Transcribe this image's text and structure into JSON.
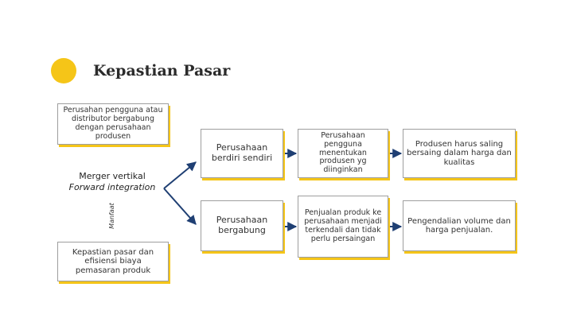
{
  "header": {
    "title": "Kepastian Pasar"
  },
  "left": {
    "top_box": "Perusahan pengguna atau distributor bergabung dengan perusahaan produsen",
    "merger_line1": "Merger vertikal",
    "merger_line2": "Forward integration",
    "manfaat_label": "Manfaat",
    "bottom_box": "Kepastian pasar dan efisiensi biaya pemasaran produk"
  },
  "branches": [
    {
      "company": "Perusahaan berdiri sendiri",
      "result": "Perusahaan pengguna menentukan produsen yg diinginkan",
      "effect": "Produsen harus saling bersaing dalam harga dan kualitas"
    },
    {
      "company": "Perusahaan bergabung",
      "result": "Penjualan produk ke perusahaan menjadi terkendali dan tidak perlu persaingan",
      "effect": "Pengendalian volume dan harga penjualan."
    }
  ],
  "colors": {
    "accent": "#f5c518",
    "connector": "#1f3f73",
    "border": "#9e9e9e"
  }
}
